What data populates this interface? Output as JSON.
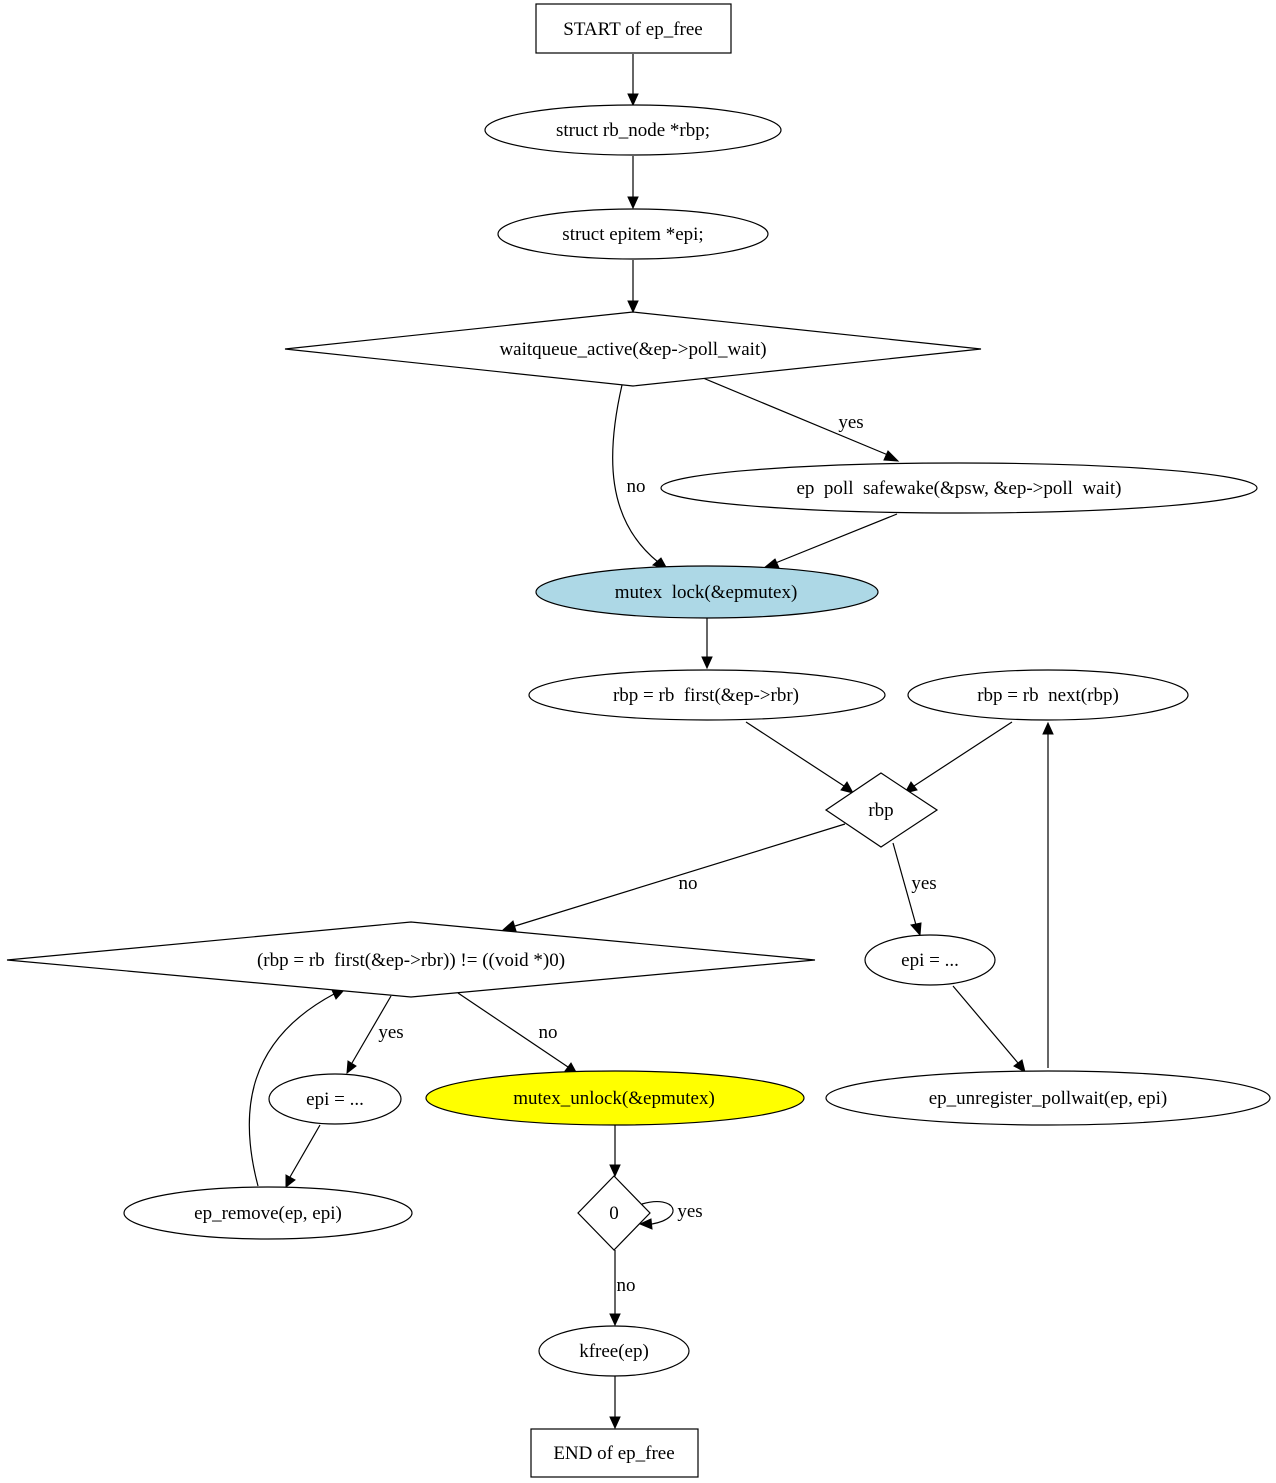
{
  "diagram": {
    "nodes": {
      "start": "START of ep_free",
      "decl_rbp": "struct rb_node *rbp;",
      "decl_epi": "struct epitem *epi;",
      "cond_wait": "waitqueue_active(&ep->poll_wait)",
      "safewake": "ep  poll  safewake(&psw, &ep->poll  wait)",
      "mutex_lock": "mutex  lock(&epmutex)",
      "rb_first": "rbp = rb  first(&ep->rbr)",
      "rb_next": "rbp = rb  next(rbp)",
      "cond_rbp": "rbp",
      "cond_loop2": "(rbp = rb  first(&ep->rbr)) != ((void *)0)",
      "epi_assign_right": "epi = ...",
      "unregister": "ep_unregister_pollwait(ep, epi)",
      "epi_assign_left": "epi = ...",
      "mutex_unlock": "mutex_unlock(&epmutex)",
      "ep_remove": "ep_remove(ep, epi)",
      "cond_zero": "0",
      "kfree": "kfree(ep)",
      "end": "END of ep_free"
    },
    "edge_labels": {
      "wait_no": "no",
      "wait_yes": "yes",
      "rbp_no": "no",
      "rbp_yes": "yes",
      "loop2_yes": "yes",
      "loop2_no": "no",
      "zero_yes": "yes",
      "zero_no": "no"
    },
    "colors": {
      "mutex_lock_fill": "#add8e6",
      "mutex_unlock_fill": "#ffff00"
    }
  }
}
